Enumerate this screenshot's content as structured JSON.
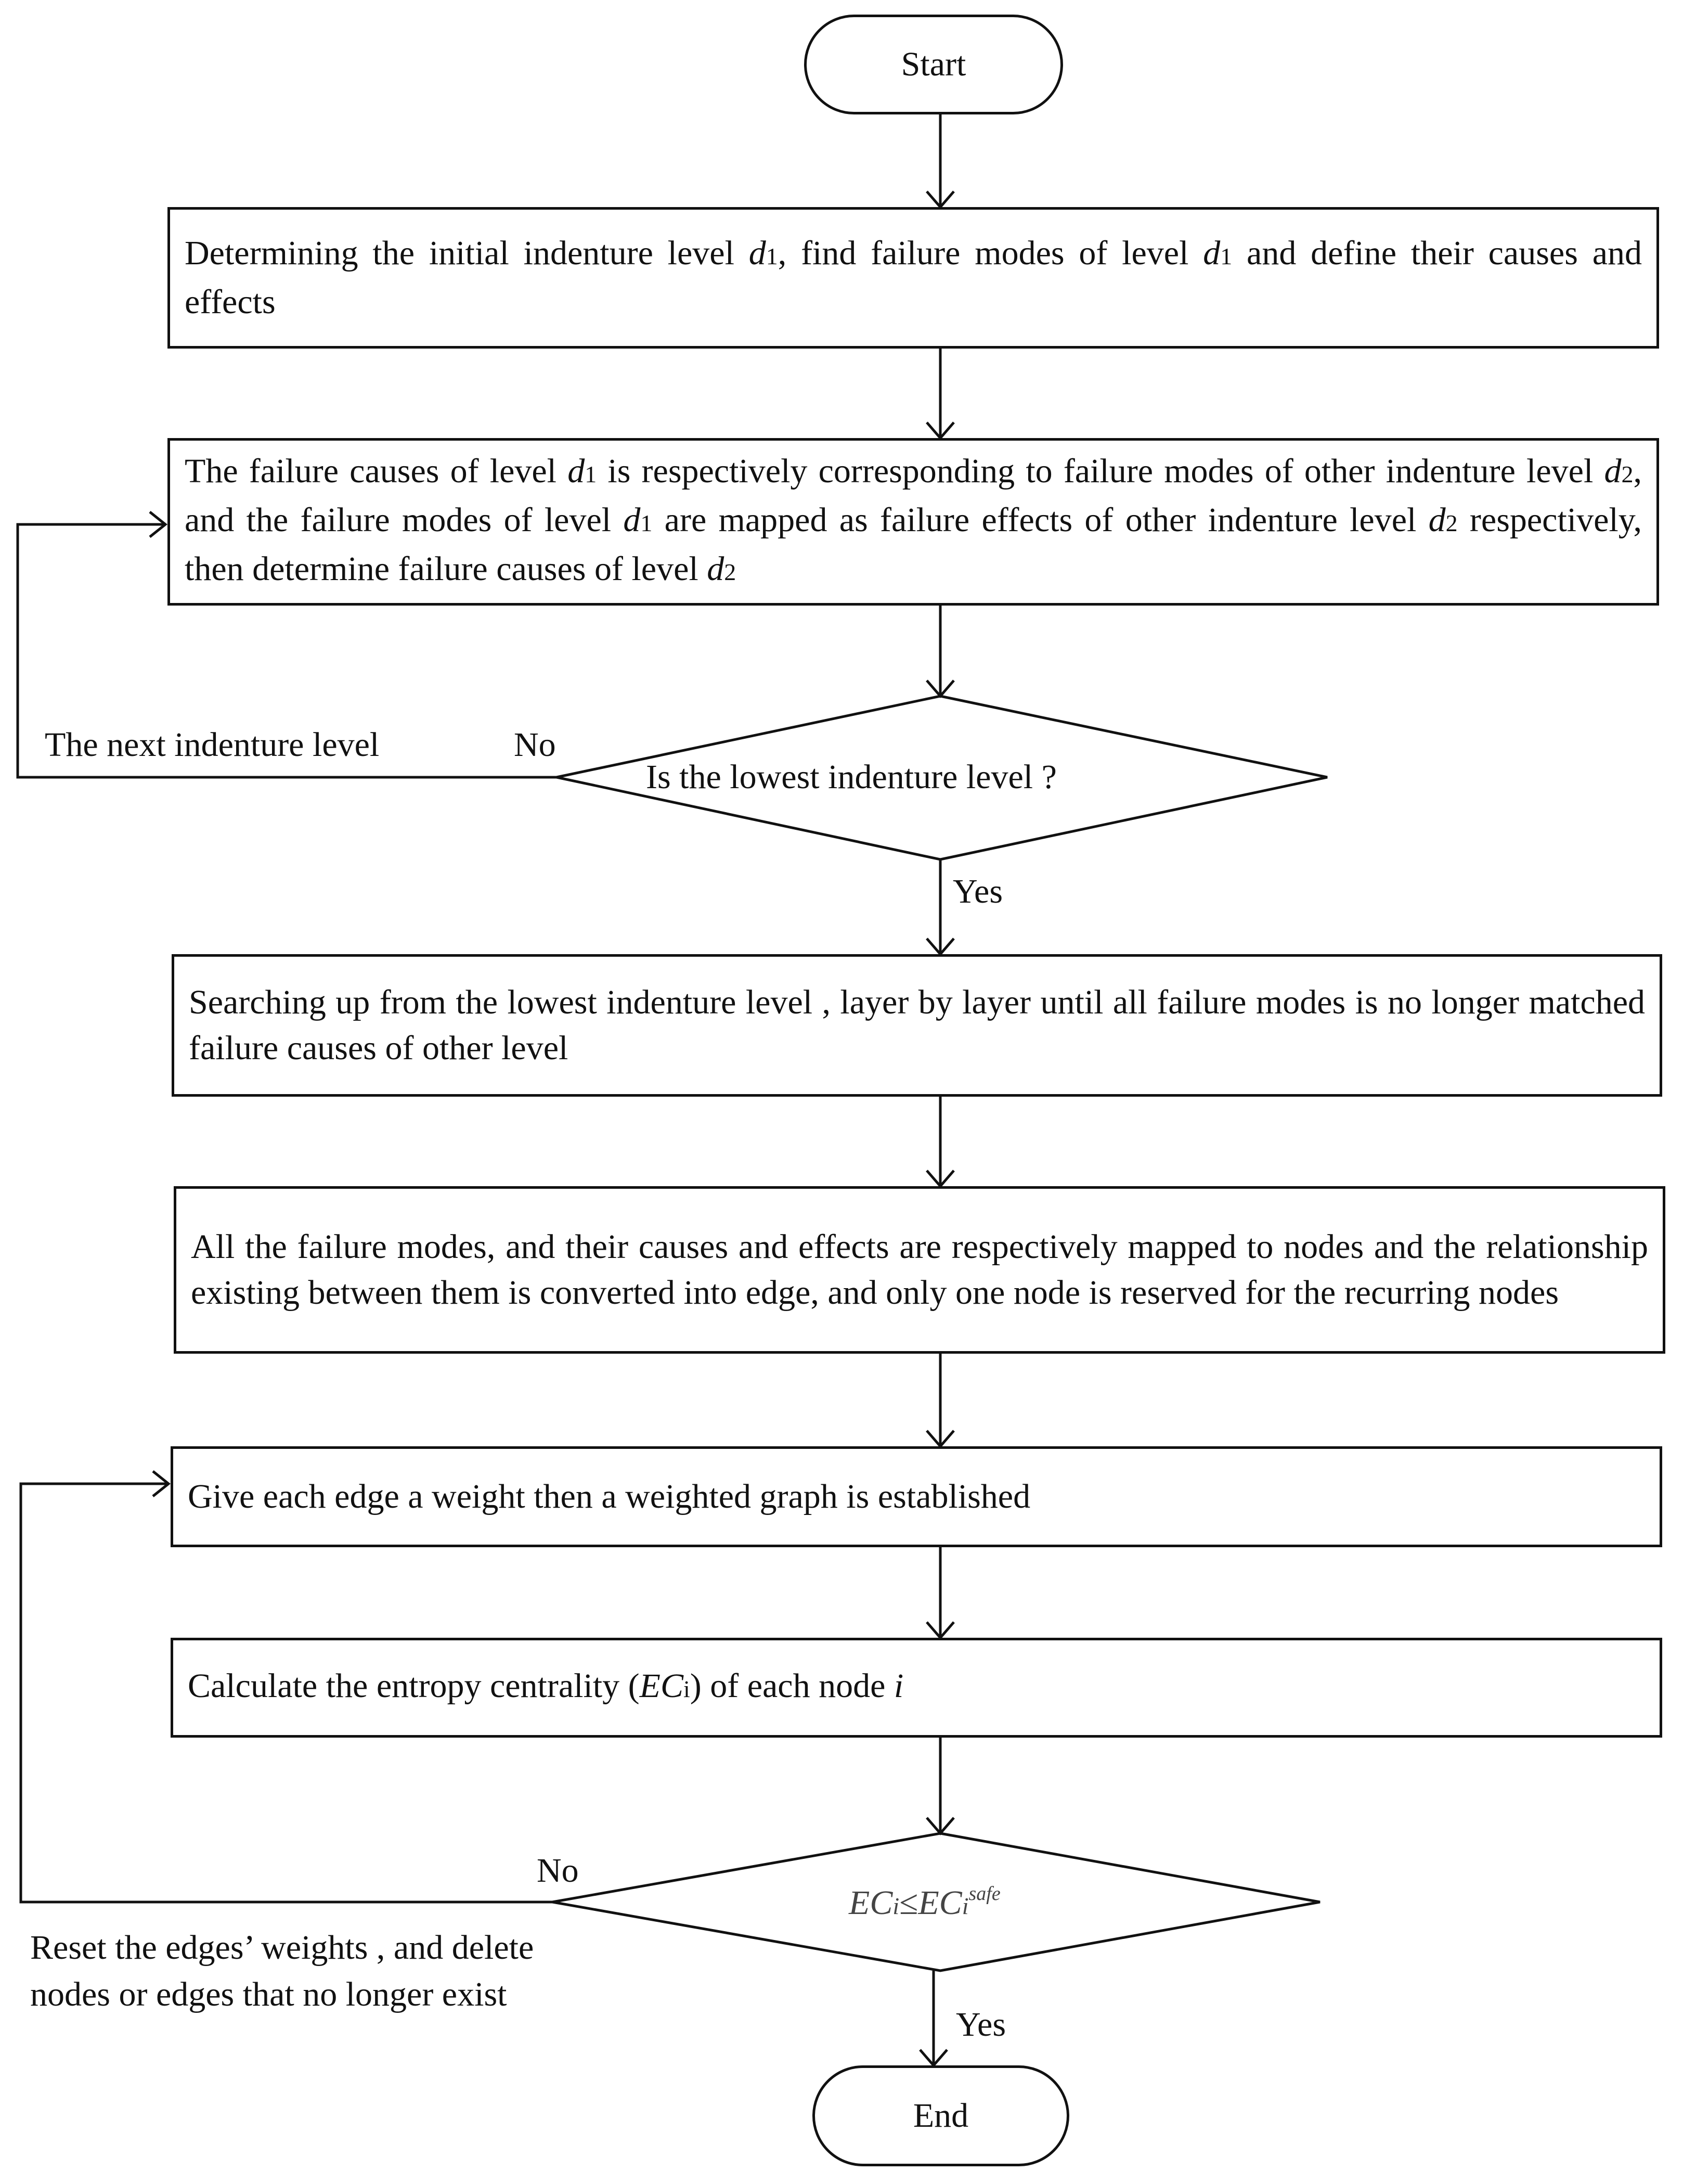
{
  "terminals": {
    "start": "Start",
    "end": "End"
  },
  "step1": {
    "a": "Determining the initial indenture level ",
    "v1": "d",
    "s1": "1",
    "b": ", find failure modes of level ",
    "v2": "d",
    "s2": "1",
    "c": " and define their causes and effects"
  },
  "step2": {
    "a": "The failure causes of level ",
    "v1": "d",
    "s1": "1",
    "b": " is respectively corresponding to failure modes of other indenture level ",
    "v2": "d",
    "s2": "2",
    "c": ", and the failure modes of level ",
    "v3": "d",
    "s3": "1",
    "d": " are mapped as failure effects of other indenture level ",
    "v4": "d",
    "s4": "2",
    "e": " respectively, then determine failure causes of level ",
    "v5": "d",
    "s5": "2"
  },
  "decision1": {
    "text": "Is the lowest indenture level ?",
    "no_label": "No",
    "yes_label": "Yes",
    "loop_label": "The next indenture level"
  },
  "step3": {
    "text": "Searching up from the lowest indenture level , layer by layer until all failure modes is no longer matched failure causes of other level"
  },
  "step4": {
    "text": "All the failure modes, and their causes and effects are respectively mapped to nodes and the relationship existing between them is converted into edge, and only one node is reserved for the recurring nodes"
  },
  "step5": {
    "text": "Give each edge a weight  then a weighted graph is established"
  },
  "step6": {
    "a": "Calculate the entropy centrality (",
    "v1": "EC",
    "s1": "i",
    "b": ") of each node ",
    "v2": "i"
  },
  "decision2": {
    "lhs": "EC",
    "lhs_sub": "i",
    "op": "≤",
    "rhs": "EC",
    "rhs_sub": "i",
    "rhs_sup": "safe",
    "no_label": "No",
    "yes_label": "Yes",
    "loop_label_line1": "Reset the edges’ weights   , and delete",
    "loop_label_line2": "nodes or edges that no longer exist"
  }
}
